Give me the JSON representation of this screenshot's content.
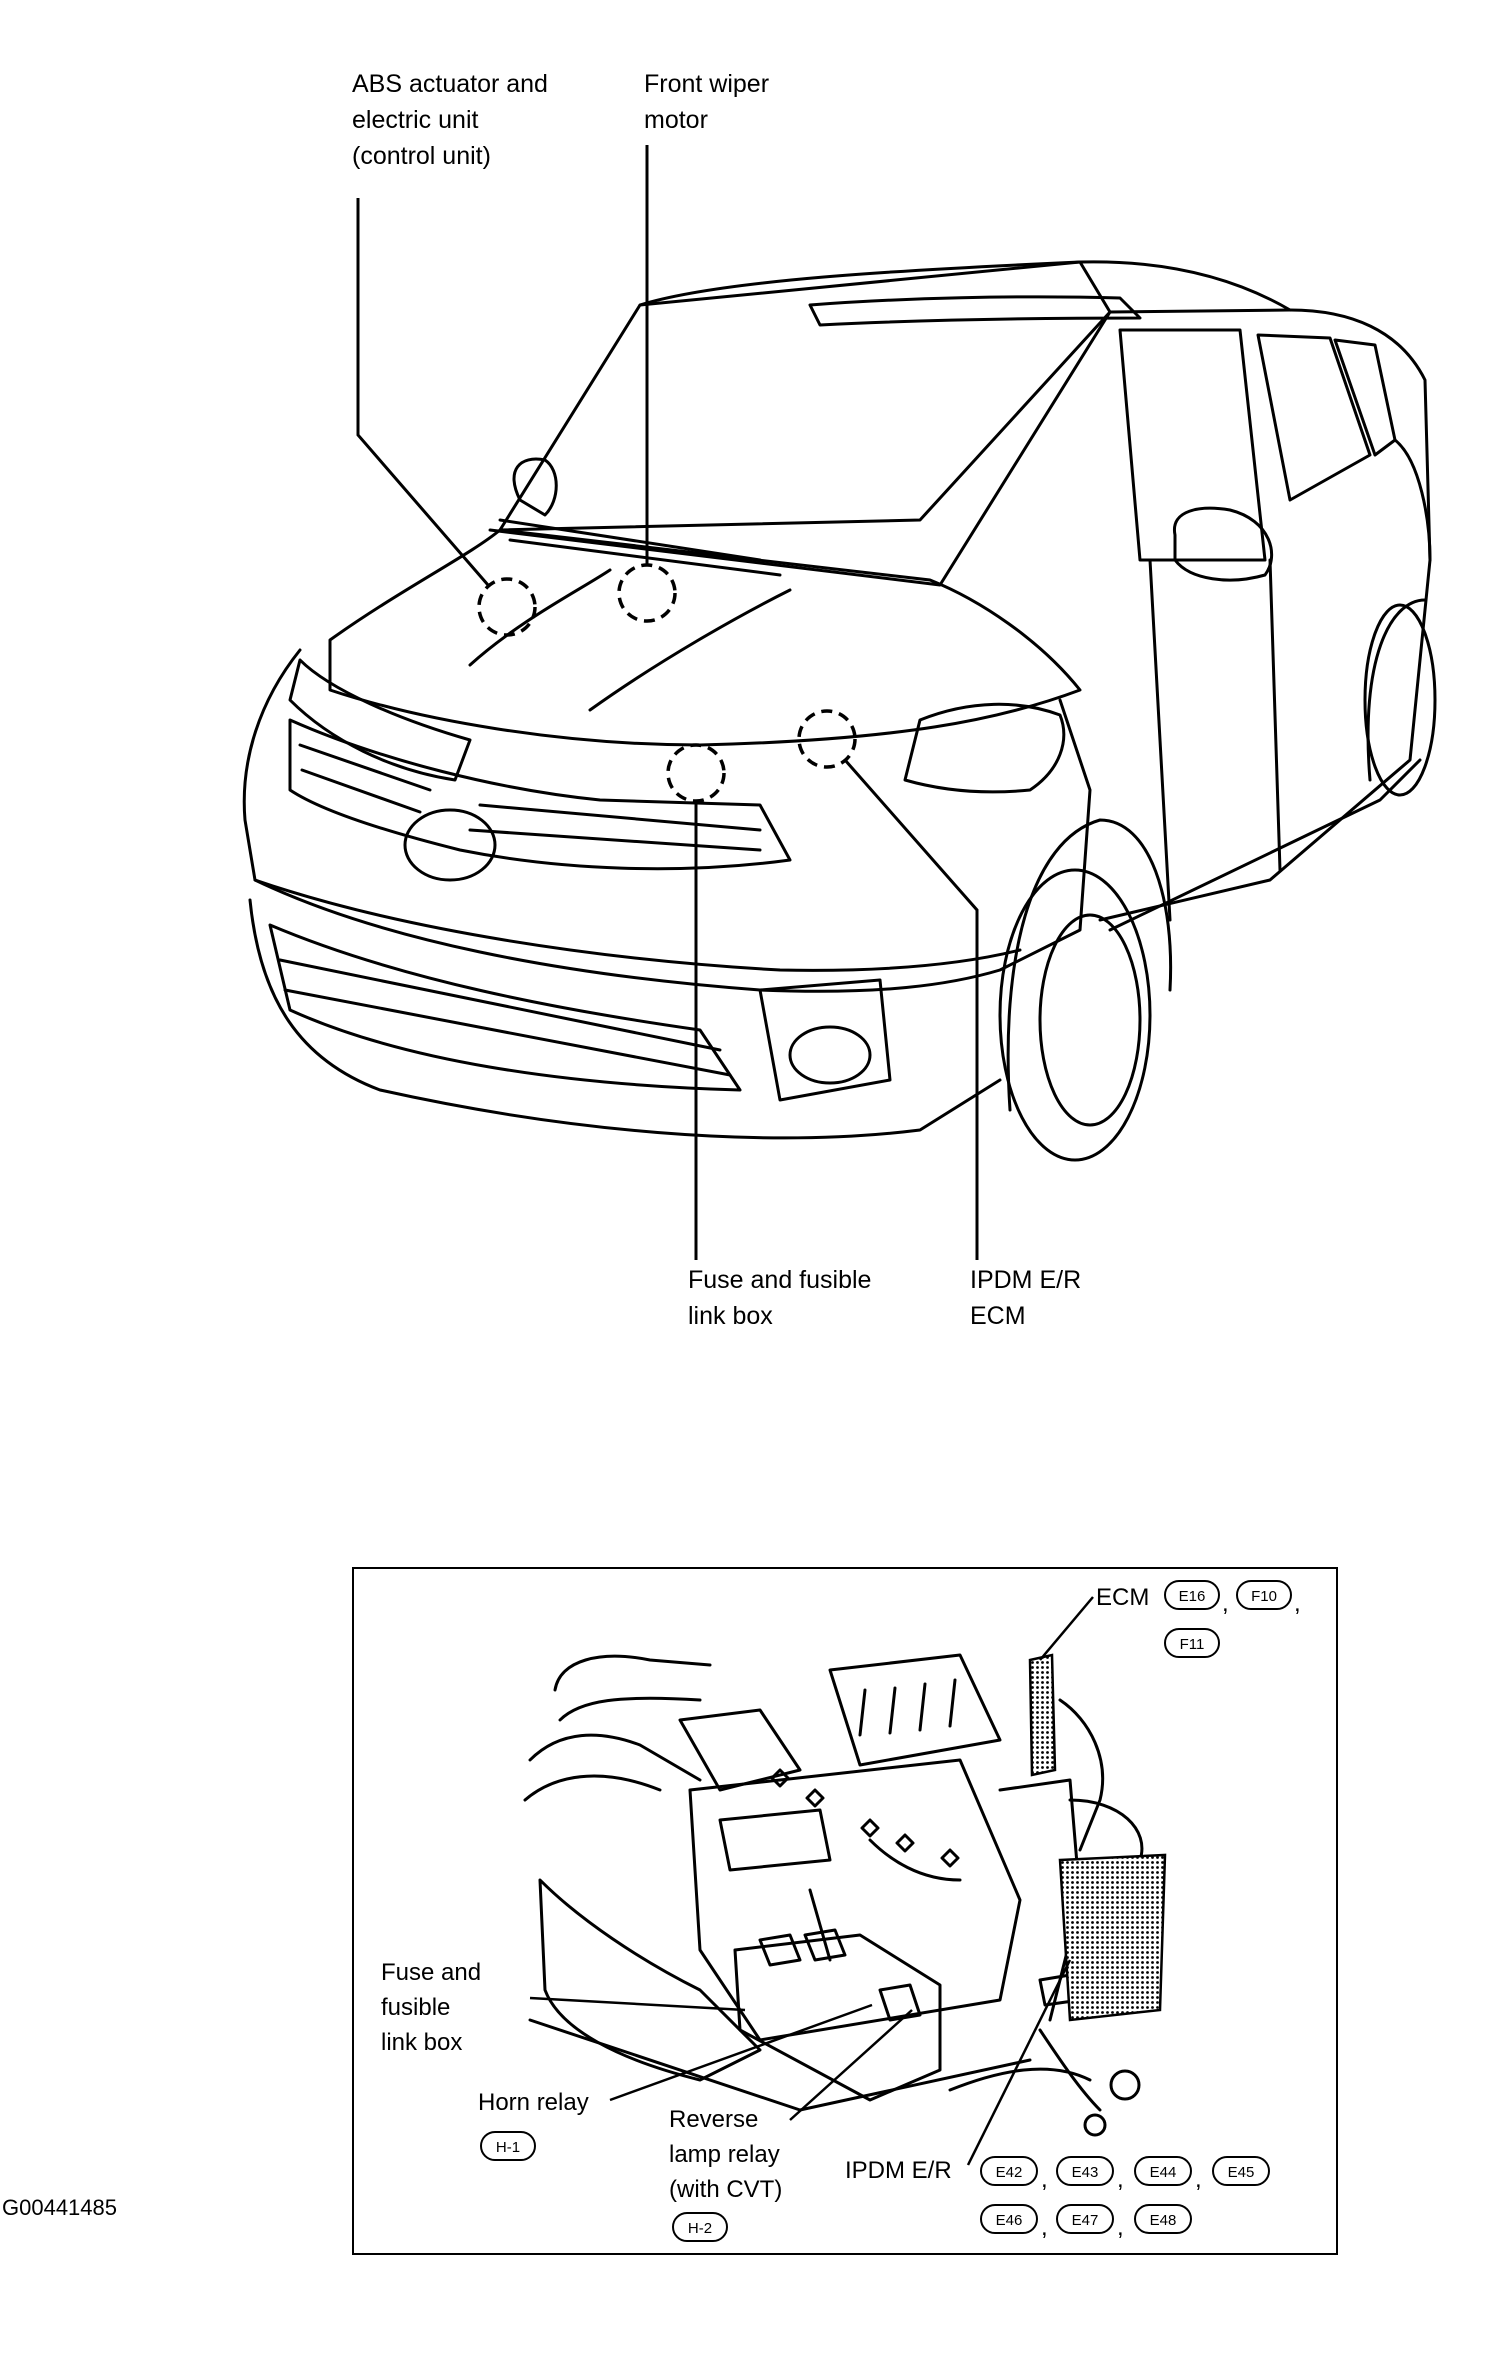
{
  "car_view": {
    "callouts": {
      "abs": "ABS actuator and\nelectric unit\n(control unit)",
      "wiper": "Front wiper\nmotor",
      "fuse": "Fuse and fusible\nlink box",
      "ipdm": "IPDM E/R\nECM"
    }
  },
  "engine_view": {
    "labels": {
      "ecm": "ECM",
      "fuse": "Fuse and\nfusible\nlink box",
      "horn": "Horn relay",
      "reverse": "Reverse\nlamp relay\n(with CVT)",
      "ipdm": "IPDM E/R"
    },
    "connectors": {
      "ecm": [
        "E16",
        "F10",
        "F11"
      ],
      "horn": "H-1",
      "reverse": "H-2",
      "ipdm": [
        "E42",
        "E43",
        "E44",
        "E45",
        "E46",
        "E47",
        "E48"
      ]
    }
  },
  "figure_id": "G00441485"
}
